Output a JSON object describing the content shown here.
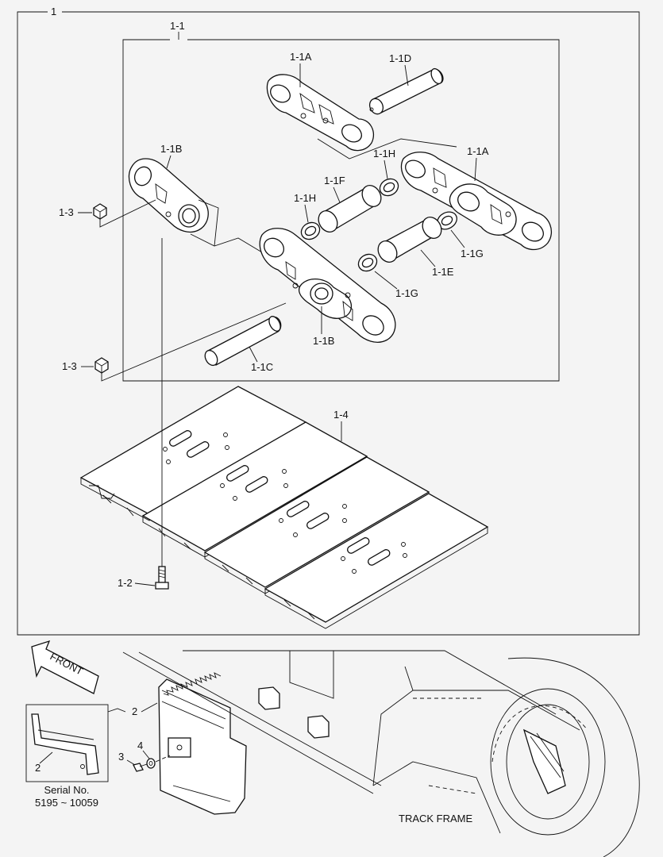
{
  "callouts": {
    "assembly": "1",
    "link_assembly": "1-1",
    "link_a_top": "1-1A",
    "link_a_right": "1-1A",
    "pin_d": "1-1D",
    "link_b_left": "1-1B",
    "link_b_mid": "1-1B",
    "seal_h_upper": "1-1H",
    "seal_h_left": "1-1H",
    "bushing_f": "1-1F",
    "seal_g_right": "1-1G",
    "seal_g_mid": "1-1G",
    "bushing_e": "1-1E",
    "pin_c": "1-1C",
    "nut_upper": "1-3",
    "nut_lower": "1-3",
    "shoe": "1-4",
    "bolt": "1-2",
    "guard": "2",
    "guard_inset": "2",
    "bolt_small": "3",
    "washer": "4"
  },
  "front_label": "FRONT",
  "inset": {
    "serial_title": "Serial No.",
    "serial_range": "5195 ~ 10059"
  },
  "track_frame_label": "TRACK FRAME"
}
